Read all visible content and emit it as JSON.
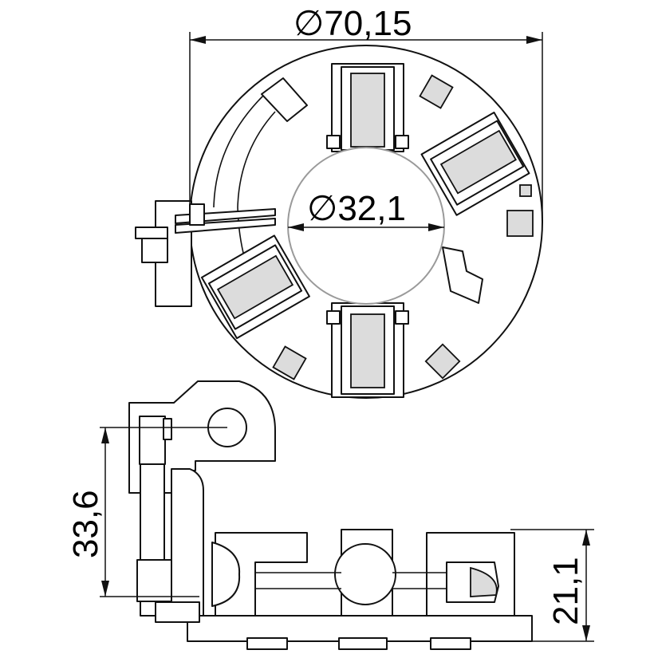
{
  "drawing": {
    "dimensions": {
      "outer_diameter": {
        "symbol": "∅",
        "value": "70,15"
      },
      "inner_diameter": {
        "symbol": "∅",
        "value": "32,1"
      },
      "height_total": {
        "value": "33,6"
      },
      "height_body": {
        "value": "21,1"
      }
    }
  }
}
